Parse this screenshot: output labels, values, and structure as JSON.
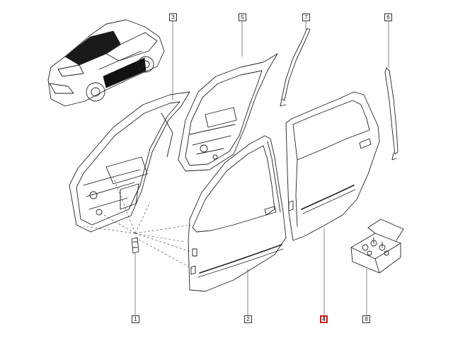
{
  "callouts": [
    {
      "id": "1",
      "highlight": false
    },
    {
      "id": "2",
      "highlight": false
    },
    {
      "id": "3",
      "highlight": false
    },
    {
      "id": "4",
      "highlight": true
    },
    {
      "id": "5",
      "highlight": false
    },
    {
      "id": "6",
      "highlight": false
    },
    {
      "id": "7",
      "highlight": false
    },
    {
      "id": "8",
      "highlight": false
    }
  ],
  "colors": {
    "line": "#222222",
    "leader": "#333333",
    "highlight": "#d11b1b",
    "background": "#ffffff"
  }
}
